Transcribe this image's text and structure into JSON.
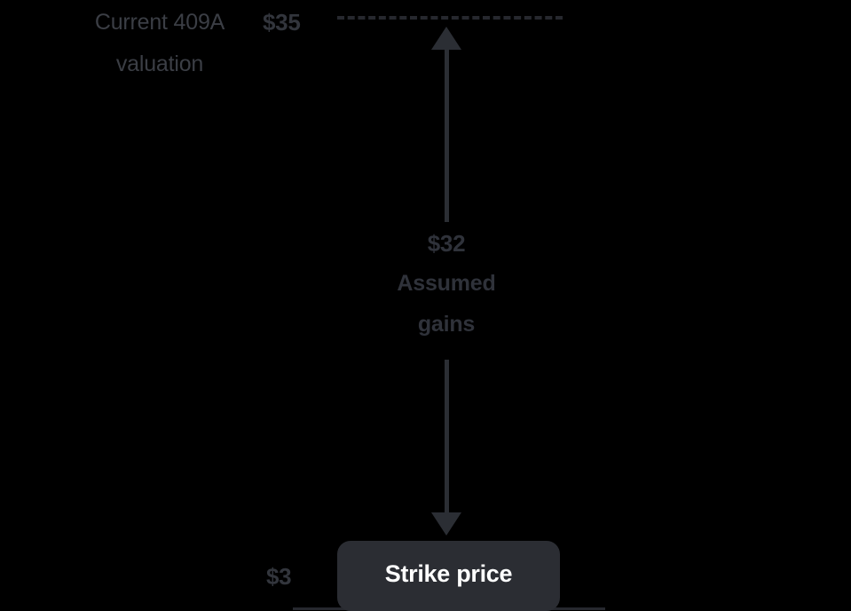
{
  "diagram": {
    "background_color": "#000000",
    "ink_color": "#2b2e34",
    "top": {
      "label": "Current 409A valuation",
      "value": "$35",
      "rule_style": "dashed"
    },
    "middle": {
      "amount": "$32",
      "caption": "Assumed gains",
      "arrow_up_name": "arrow-up",
      "arrow_down_name": "arrow-down"
    },
    "bottom": {
      "value": "$3",
      "pill_label": "Strike price",
      "pill_color": "#2b2d33",
      "pill_text_color": "#ffffff"
    }
  }
}
